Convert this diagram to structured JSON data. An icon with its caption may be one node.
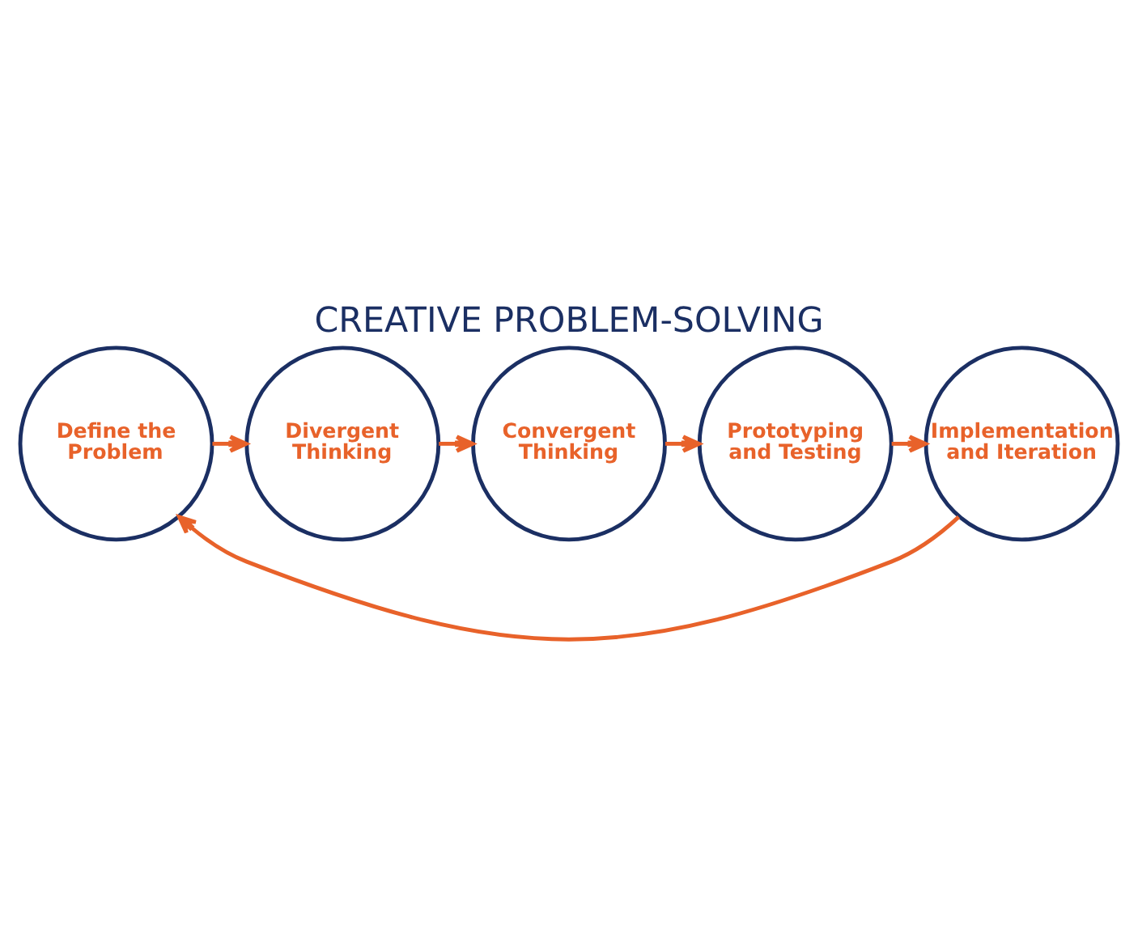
{
  "diagram": {
    "title": "CREATIVE PROBLEM-SOLVING",
    "nodes": [
      {
        "text": [
          "Define the Problem"
        ]
      },
      {
        "text": [
          "Divergent Thinking"
        ]
      },
      {
        "text": [
          "Convergent Thinking"
        ]
      },
      {
        "text": [
          "Prototyping and Testing"
        ]
      },
      {
        "text": [
          "Implementation and Iteration"
        ]
      }
    ],
    "edges": [
      {
        "from": 0,
        "to": 1,
        "arrow": "to"
      },
      {
        "from": 1,
        "to": 2,
        "arrow": "to"
      },
      {
        "from": 2,
        "to": 3,
        "arrow": "to"
      },
      {
        "from": 3,
        "to": 4,
        "arrow": "to"
      },
      {
        "from": 4,
        "to": 0,
        "arrow": "to"
      }
    ]
  }
}
